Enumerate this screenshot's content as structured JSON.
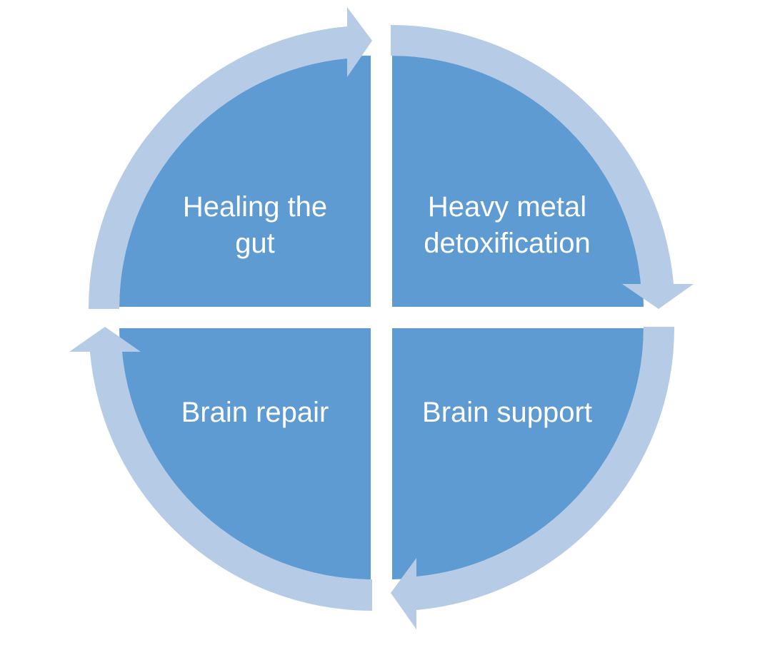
{
  "colors": {
    "quadrant_fill": "#5F9BD3",
    "arrow_fill": "#B6CBE6",
    "label_text": "#FFFFFF",
    "background": "#FFFFFF"
  },
  "quadrants": {
    "top_left": {
      "line1": "Healing the",
      "line2": "gut"
    },
    "top_right": {
      "line1": "Heavy metal",
      "line2": "detoxification"
    },
    "bottom_right": {
      "label": "Brain support"
    },
    "bottom_left": {
      "label": "Brain repair"
    }
  },
  "arrows": {
    "top_left": "arrow-right-icon",
    "top_right": "arrow-down-icon",
    "bottom_right": "arrow-left-icon",
    "bottom_left": "arrow-up-icon"
  }
}
